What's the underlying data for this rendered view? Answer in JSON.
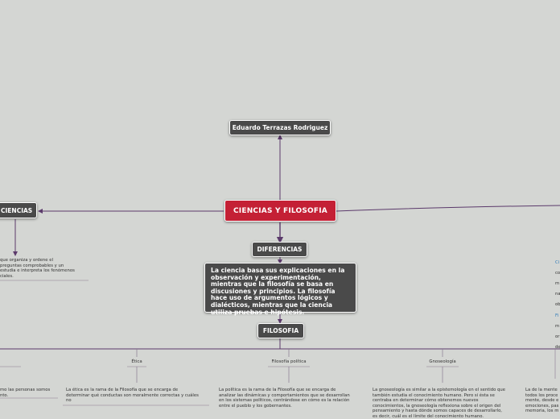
{
  "central": {
    "label": "CIENCIAS Y FILOSOFIA"
  },
  "author": {
    "label": "Eduardo Terrazas Rodriguez"
  },
  "ciencias": {
    "label": "CIENCIAS",
    "text": "que organiza y ordene el\n preguntas comprobables y un\n estudia e interpreta los fenómenos\nciales."
  },
  "diferencias": {
    "label": "DIFERENCIAS",
    "text": "La ciencia basa sus explicaciones en la observación y experimentación, mientras que la filosofía se basa en discusiones y principios. La filosofía hace uso de argumentos lógicos y dialécticos, mientras que la ciencia utiliza pruebas e hipótesis."
  },
  "filosofia": {
    "label": "FILOSOFIA",
    "branches": [
      {
        "label": "",
        "text": "mo las personas somos\nnto."
      },
      {
        "label": "Ética",
        "text": "La ética es la rama de la Filosofía que se encarga de\ndeterminar qué conductas son moralmente correctas y cuáles\nno"
      },
      {
        "label": "Filosofía política",
        "text": "La política es la rama de la Filosofía que se encarga de\nanalizar las dinámicas y comportamientos que se desarrollan\nen los sistemas políticos, centrándose en cómo es la relación\nentre el pueblo y los gobernantes."
      },
      {
        "label": "Gnoseología",
        "text": "La gnoseología es similar a la epistemología en el sentido que\ntambién estudia el conocimiento humano. Pero si ésta se\ncentraba en determinar cómo obtenemos nuevos\nconocimientos, la gnoseología reflexiona sobre el origen del\npensamiento y hasta dónde somos capaces de desarrollarlo,\nes decir, cuál es el límite del conocimiento humano."
      },
      {
        "label": "",
        "text": "La de la mente\ntodos los proce\nmente, desde e\nemociones, pas\nmemoria, los m"
      }
    ]
  },
  "right_fragment": {
    "lines": [
      "Ci",
      "co",
      "m",
      "na",
      "ob",
      "Fi",
      "m",
      "or",
      "de"
    ]
  },
  "colors": {
    "central": "#c42035",
    "node": "#4a4a4a",
    "link": "#5b3a6b",
    "background": "#d4d6d3",
    "accent_text": "#2e7ab8"
  }
}
